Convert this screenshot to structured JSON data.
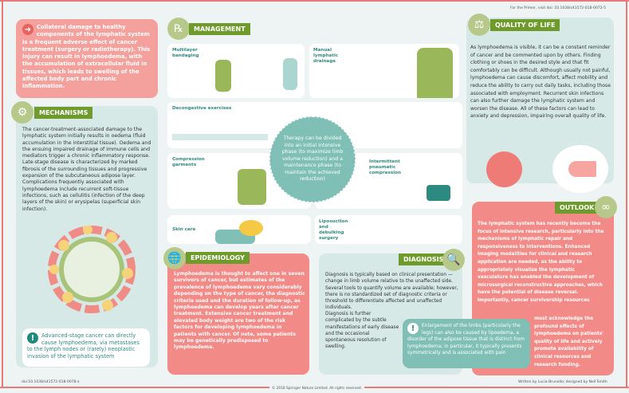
{
  "header": {
    "primer_ref": "For the Primer, visit doi: 10.1038/s41572-018-0072-5"
  },
  "intro": {
    "icon": "arrow-right-icon",
    "text": "Collateral damage to healthy components of the lymphatic system is a frequent adverse effect of cancer treatment (surgery or radiotherapy). This injury can result in lymphoedema, with the accumulation of extracellular fluid in tissues, which leads to swelling of the affected body part and chronic inflammation."
  },
  "mechanisms": {
    "icon": "gears-icon",
    "title": "MECHANISMS",
    "text": "The cancer-treatment-associated damage to the lymphatic system initially results in oedema (fluid accumulation in the interstitial tissue). Oedema and the ensuing impaired drainage of immune cells and mediators trigger a chronic inflammatory response. Late-stage disease is characterized by marked fibrosis of the surrounding tissues and progressive expansion of the subcutaneous adipose layer. Complications frequently associated with lymphoedema include recurrent soft-tissue infections, such as cellulitis (infection of the deep layers of the skin) or erysipelas (superficial skin infection).",
    "callout": "Advanced-stage cancer can directly cause lymphoedema, via metastases to the lymph nodes or (rarely) neoplastic invasion of the lymphatic system"
  },
  "management": {
    "icon": "rx-icon",
    "title": "MANAGEMENT",
    "items": [
      "Multilayer bandaging",
      "Manual lymphatic drainage",
      "Decongestive exercises",
      "Compression garments",
      "Intermittent pneumatic compression",
      "Skin care",
      "Liposuction and debulking surgery"
    ],
    "center_text": "Therapy can be divided into an initial intensive phase (to maximize limb volume reduction) and a maintenance phase (to maintain the achieved reduction)"
  },
  "epidemiology": {
    "icon": "globe-icon",
    "title": "EPIDEMIOLOGY",
    "text": "Lymphoedema is thought to affect one in seven survivors of cancer, but estimates of the prevalence of lymphoedema vary considerably depending on the type of cancer, the diagnostic criteria used and the duration of follow-up, as lymphoedema can develop years after cancer treatment. Extensive cancer treatment and elevated body weight are two of the risk factors for developing lymphoedema in patients with cancer. Of note, some patients may be genetically predisposed to lymphoedema."
  },
  "diagnosis": {
    "icon": "magnifier-icon",
    "title": "DIAGNOSIS",
    "text1": "Diagnosis is typically based on clinical presentation — change in limb volume relative to the unaffected side. Several tools to quantify volume are available; however, there is no standardized set of diagnostic criteria or threshold to differentiate affected and unaffected individuals.",
    "text2": "Diagnosis is further complicated by the subtle manifestations of early disease and the occasional spontaneous resolution of swelling.",
    "callout": "Enlargement of the limbs (particularly the legs) can also be caused by lipoedema, a disorder of the adipose tissue that is distinct from lymphoedema; in particular, it typically presents symmetrically and is associated with pain"
  },
  "quality": {
    "icon": "scales-icon",
    "title": "QUALITY OF LIFE",
    "text": "As lymphoedema is visible, it can be a constant reminder of cancer and be commented upon by others. Finding clothing or shoes in the desired style and that fit comfortably can be difficult. Although usually not painful, lymphoedema can cause discomfort, affect mobility and reduce the ability to carry out daily tasks, including those associated with employment. Recurrent skin infections can also further damage the lymphatic system and worsen the disease. All of these factors can lead to anxiety and depression, impairing overall quality of life."
  },
  "outlook": {
    "icon": "binoculars-icon",
    "title": "OUTLOOK",
    "text1": "The lymphatic system has recently become the focus of intensive research, particularly into the mechanisms of lymphatic repair and responsiveness to interventions. Enhanced imaging modalities for clinical and research application are needed, as the ability to appropriately visualize the lymphatic vasculature has enabled the development of microsurgical reconstructive approaches, which have the potential of disease reversal. Importantly, cancer survivorship resources",
    "text2": "must acknowledge the profound effects of lymphoedema on patients' quality of life and actively promote availability of clinical resources and research funding."
  },
  "footer": {
    "doi": "doi:10.1038/s41572-018-0078-z",
    "copyright": "© 2018 Springer Nature Limited. All rights reserved.",
    "credits": "Written by Lucia Brunello; designed by Neil Smith"
  },
  "colors": {
    "pink": "#f28a87",
    "mint": "#d7e9e7",
    "green": "#6e9b2b",
    "teal": "#7fbfb6",
    "border": "#e87a7a"
  }
}
